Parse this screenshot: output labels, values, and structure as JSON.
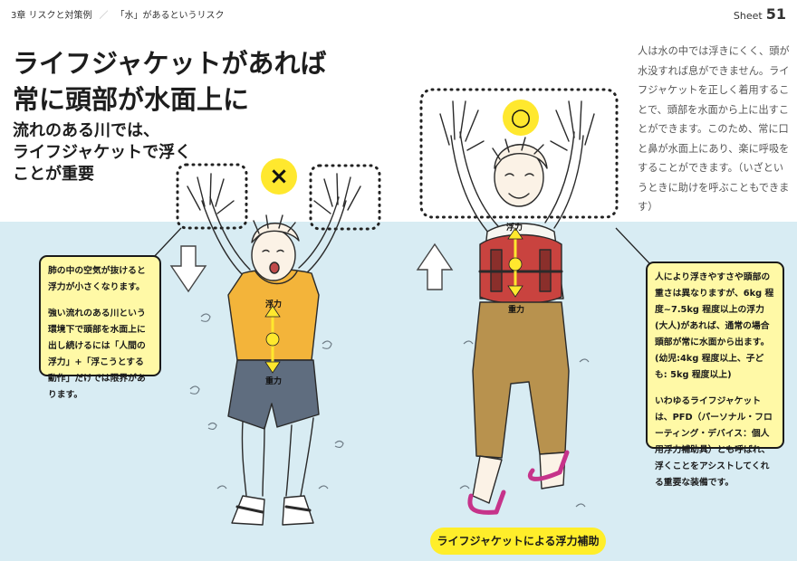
{
  "header": {
    "chapter": "3章 リスクと対策例",
    "section": "「水」があるというリスク",
    "sheet_label": "Sheet",
    "sheet_number": "51"
  },
  "title": {
    "line1": "ライフジャケットがあれば",
    "line2": "常に頭部が水面上に"
  },
  "subtitle": {
    "line1": "流れのある川では、",
    "line2": "ライフジャケットで浮く",
    "line3": "ことが重要"
  },
  "body_text": "人は水の中では浮きにくく、頭が水没すれば息ができません。ライフジャケットを正しく着用することで、頭部を水面から上に出すことができます。このため、常に口と鼻が水面上にあり、楽に呼吸をすることができます。（いざというときに助けを呼ぶこともできます）",
  "left_box": {
    "p1": "肺の中の空気が抜けると浮力が小さくなります。",
    "p2": "強い流れのある川という環境下で頭部を水面上に出し続けるには「人間の浮力」+「浮こうとする動作」だけでは限界があります。"
  },
  "right_box": {
    "p1": "人により浮きやすさや頭部の重さは異なりますが、6kg 程度~7.5kg 程度以上の浮力(大人)があれば、通常の場合頭部が常に水面から出ます。(幼児:4kg 程度以上、子ども: 5kg 程度以上)",
    "p2": "いわゆるライフジャケットは、PFD（パーソナル・フローティング・デバイス：個人用浮力補助具）とも呼ばれ、浮くことをアシストしてくれる重要な装備です。"
  },
  "labels": {
    "buoyancy": "浮力",
    "gravity": "重力",
    "bad_mark": "×",
    "good_mark": "○"
  },
  "caption": "ライフジャケットによる浮力補助",
  "colors": {
    "water": "#d8ecf3",
    "callout_bg": "#fff9a6",
    "badge_yellow": "#ffe82e",
    "shirt_orange": "#f3b43a",
    "vest_red": "#c9433f",
    "pants_khaki": "#b8924e",
    "shorts_gray": "#5f6d7f",
    "sandal_magenta": "#c6338a"
  }
}
